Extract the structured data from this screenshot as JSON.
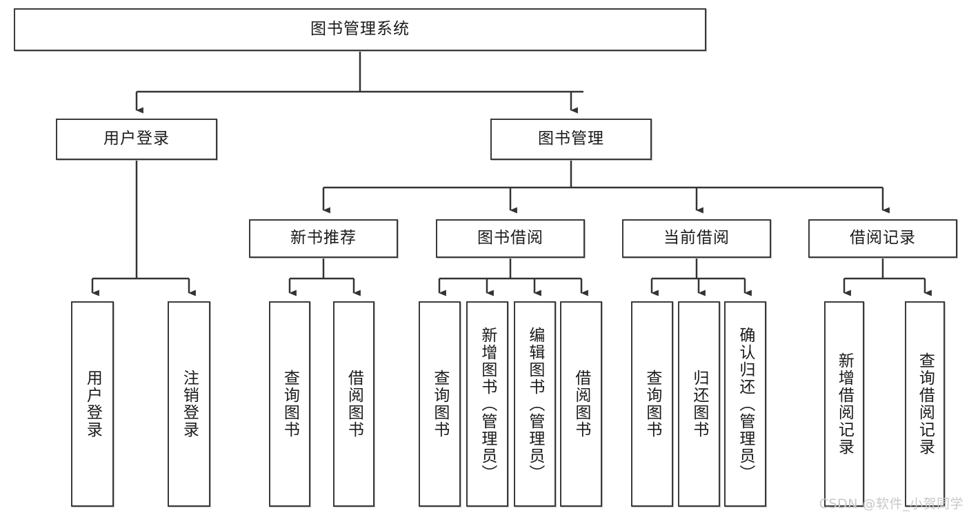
{
  "diagram": {
    "title": "图书管理系统",
    "watermark": "CSDN @软件_小贺同学",
    "colors": {
      "border": "#3a3a3a",
      "background": "#ffffff",
      "connector": "#333333",
      "watermark": "#c8c8c8"
    },
    "root": {
      "label": "图书管理系统"
    },
    "level2": [
      {
        "label": "用户登录"
      },
      {
        "label": "图书管理"
      }
    ],
    "level3": [
      {
        "label": "新书推荐"
      },
      {
        "label": "图书借阅"
      },
      {
        "label": "当前借阅"
      },
      {
        "label": "借阅记录"
      }
    ],
    "leaves": {
      "user_login": [
        {
          "label": "用户登录"
        },
        {
          "label": "注销登录"
        }
      ],
      "new_book": [
        {
          "label": "查询图书"
        },
        {
          "label": "借阅图书"
        }
      ],
      "book_borrow": [
        {
          "label": "查询图书"
        },
        {
          "label": "新增图书（管理员）"
        },
        {
          "label": "编辑图书（管理员）"
        },
        {
          "label": "借阅图书"
        }
      ],
      "current_borrow": [
        {
          "label": "查询图书"
        },
        {
          "label": "归还图书"
        },
        {
          "label": "确认归还（管理员）"
        }
      ],
      "borrow_record": [
        {
          "label": "新增借阅记录"
        },
        {
          "label": "查询借阅记录"
        }
      ]
    }
  }
}
